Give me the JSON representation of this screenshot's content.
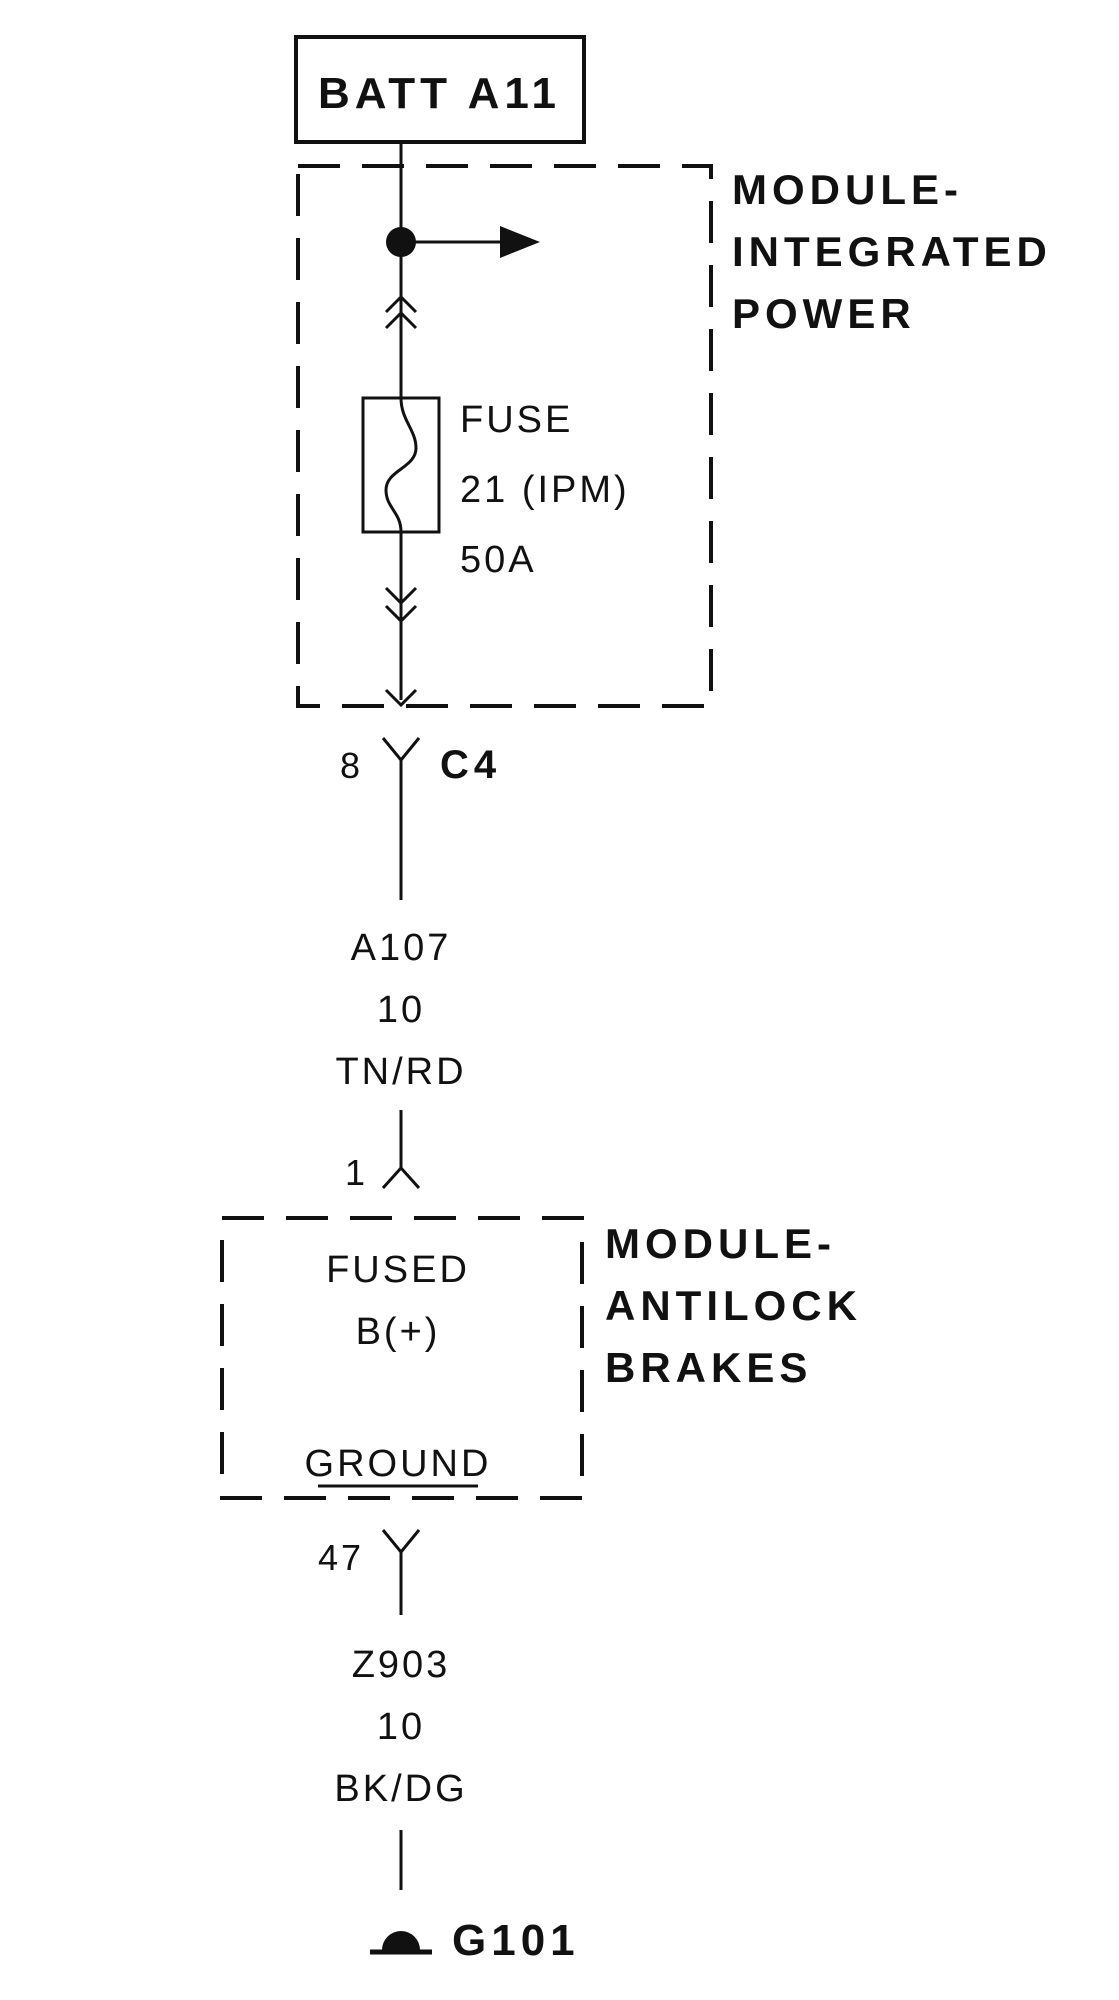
{
  "source": {
    "label": "BATT A11"
  },
  "ipm": {
    "title_lines": [
      "MODULE-",
      "INTEGRATED",
      "POWER"
    ],
    "fuse_lines": [
      "FUSE",
      "21 (IPM)",
      "50A"
    ]
  },
  "connector_c4": {
    "pin": "8",
    "name": "C4"
  },
  "wire_a": {
    "circuit": "A107",
    "gauge": "10",
    "color": "TN/RD"
  },
  "abs": {
    "pin_in": "1",
    "title_lines": [
      "MODULE-",
      "ANTILOCK",
      "BRAKES"
    ],
    "input_lines": [
      "FUSED",
      "B(+)"
    ],
    "ground_label": "GROUND",
    "pin_out": "47"
  },
  "wire_z": {
    "circuit": "Z903",
    "gauge": "10",
    "color": "BK/DG"
  },
  "ground": {
    "name": "G101"
  }
}
